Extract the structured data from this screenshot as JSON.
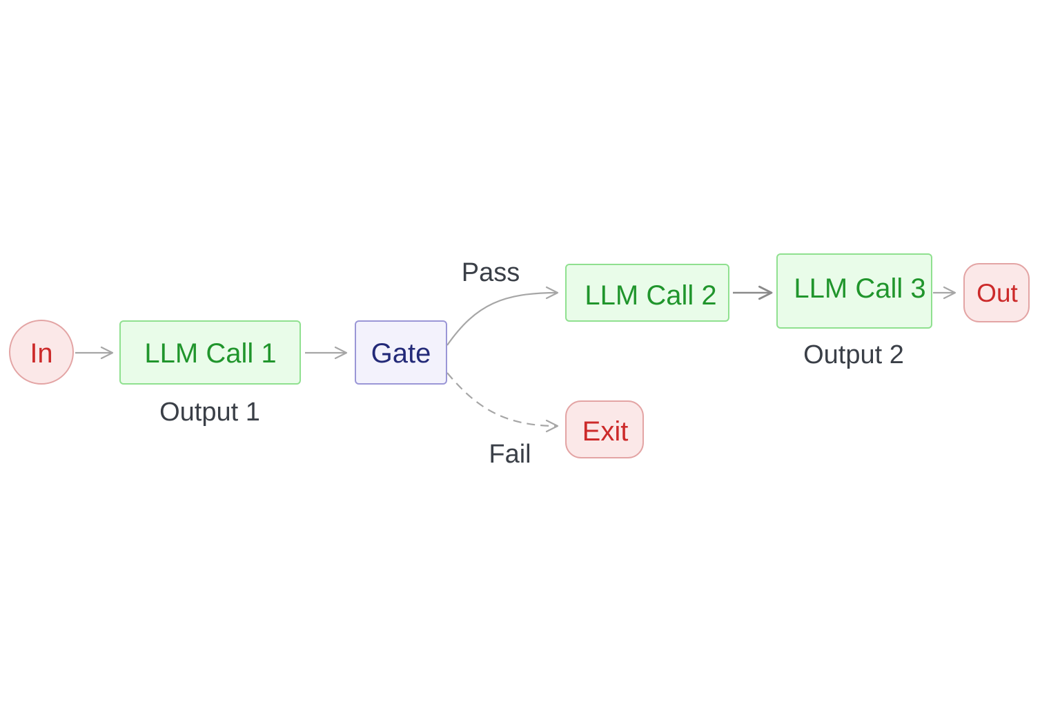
{
  "colors": {
    "terminal_fill": "#fbe8e8",
    "terminal_stroke": "#e3a4a4",
    "terminal_text": "#cc2a2a",
    "llm_fill": "#e9fce9",
    "llm_stroke": "#8fe08f",
    "llm_text": "#20952c",
    "gate_fill": "#f3f2fc",
    "gate_stroke": "#9a96d6",
    "gate_text": "#232a78",
    "edge": "#a6a6a6",
    "caption_text": "#3a3f47"
  },
  "nodes": {
    "input": {
      "label": "In"
    },
    "llm_call_1": {
      "label": "LLM Call 1",
      "caption": "Output 1"
    },
    "gate": {
      "label": "Gate"
    },
    "llm_call_2": {
      "label": "LLM Call 2"
    },
    "llm_call_3": {
      "label": "LLM Call 3",
      "caption": "Output 2"
    },
    "output": {
      "label": "Out"
    },
    "exit": {
      "label": "Exit"
    }
  },
  "edges": {
    "gate_pass": {
      "label": "Pass"
    },
    "gate_fail": {
      "label": "Fail"
    }
  }
}
